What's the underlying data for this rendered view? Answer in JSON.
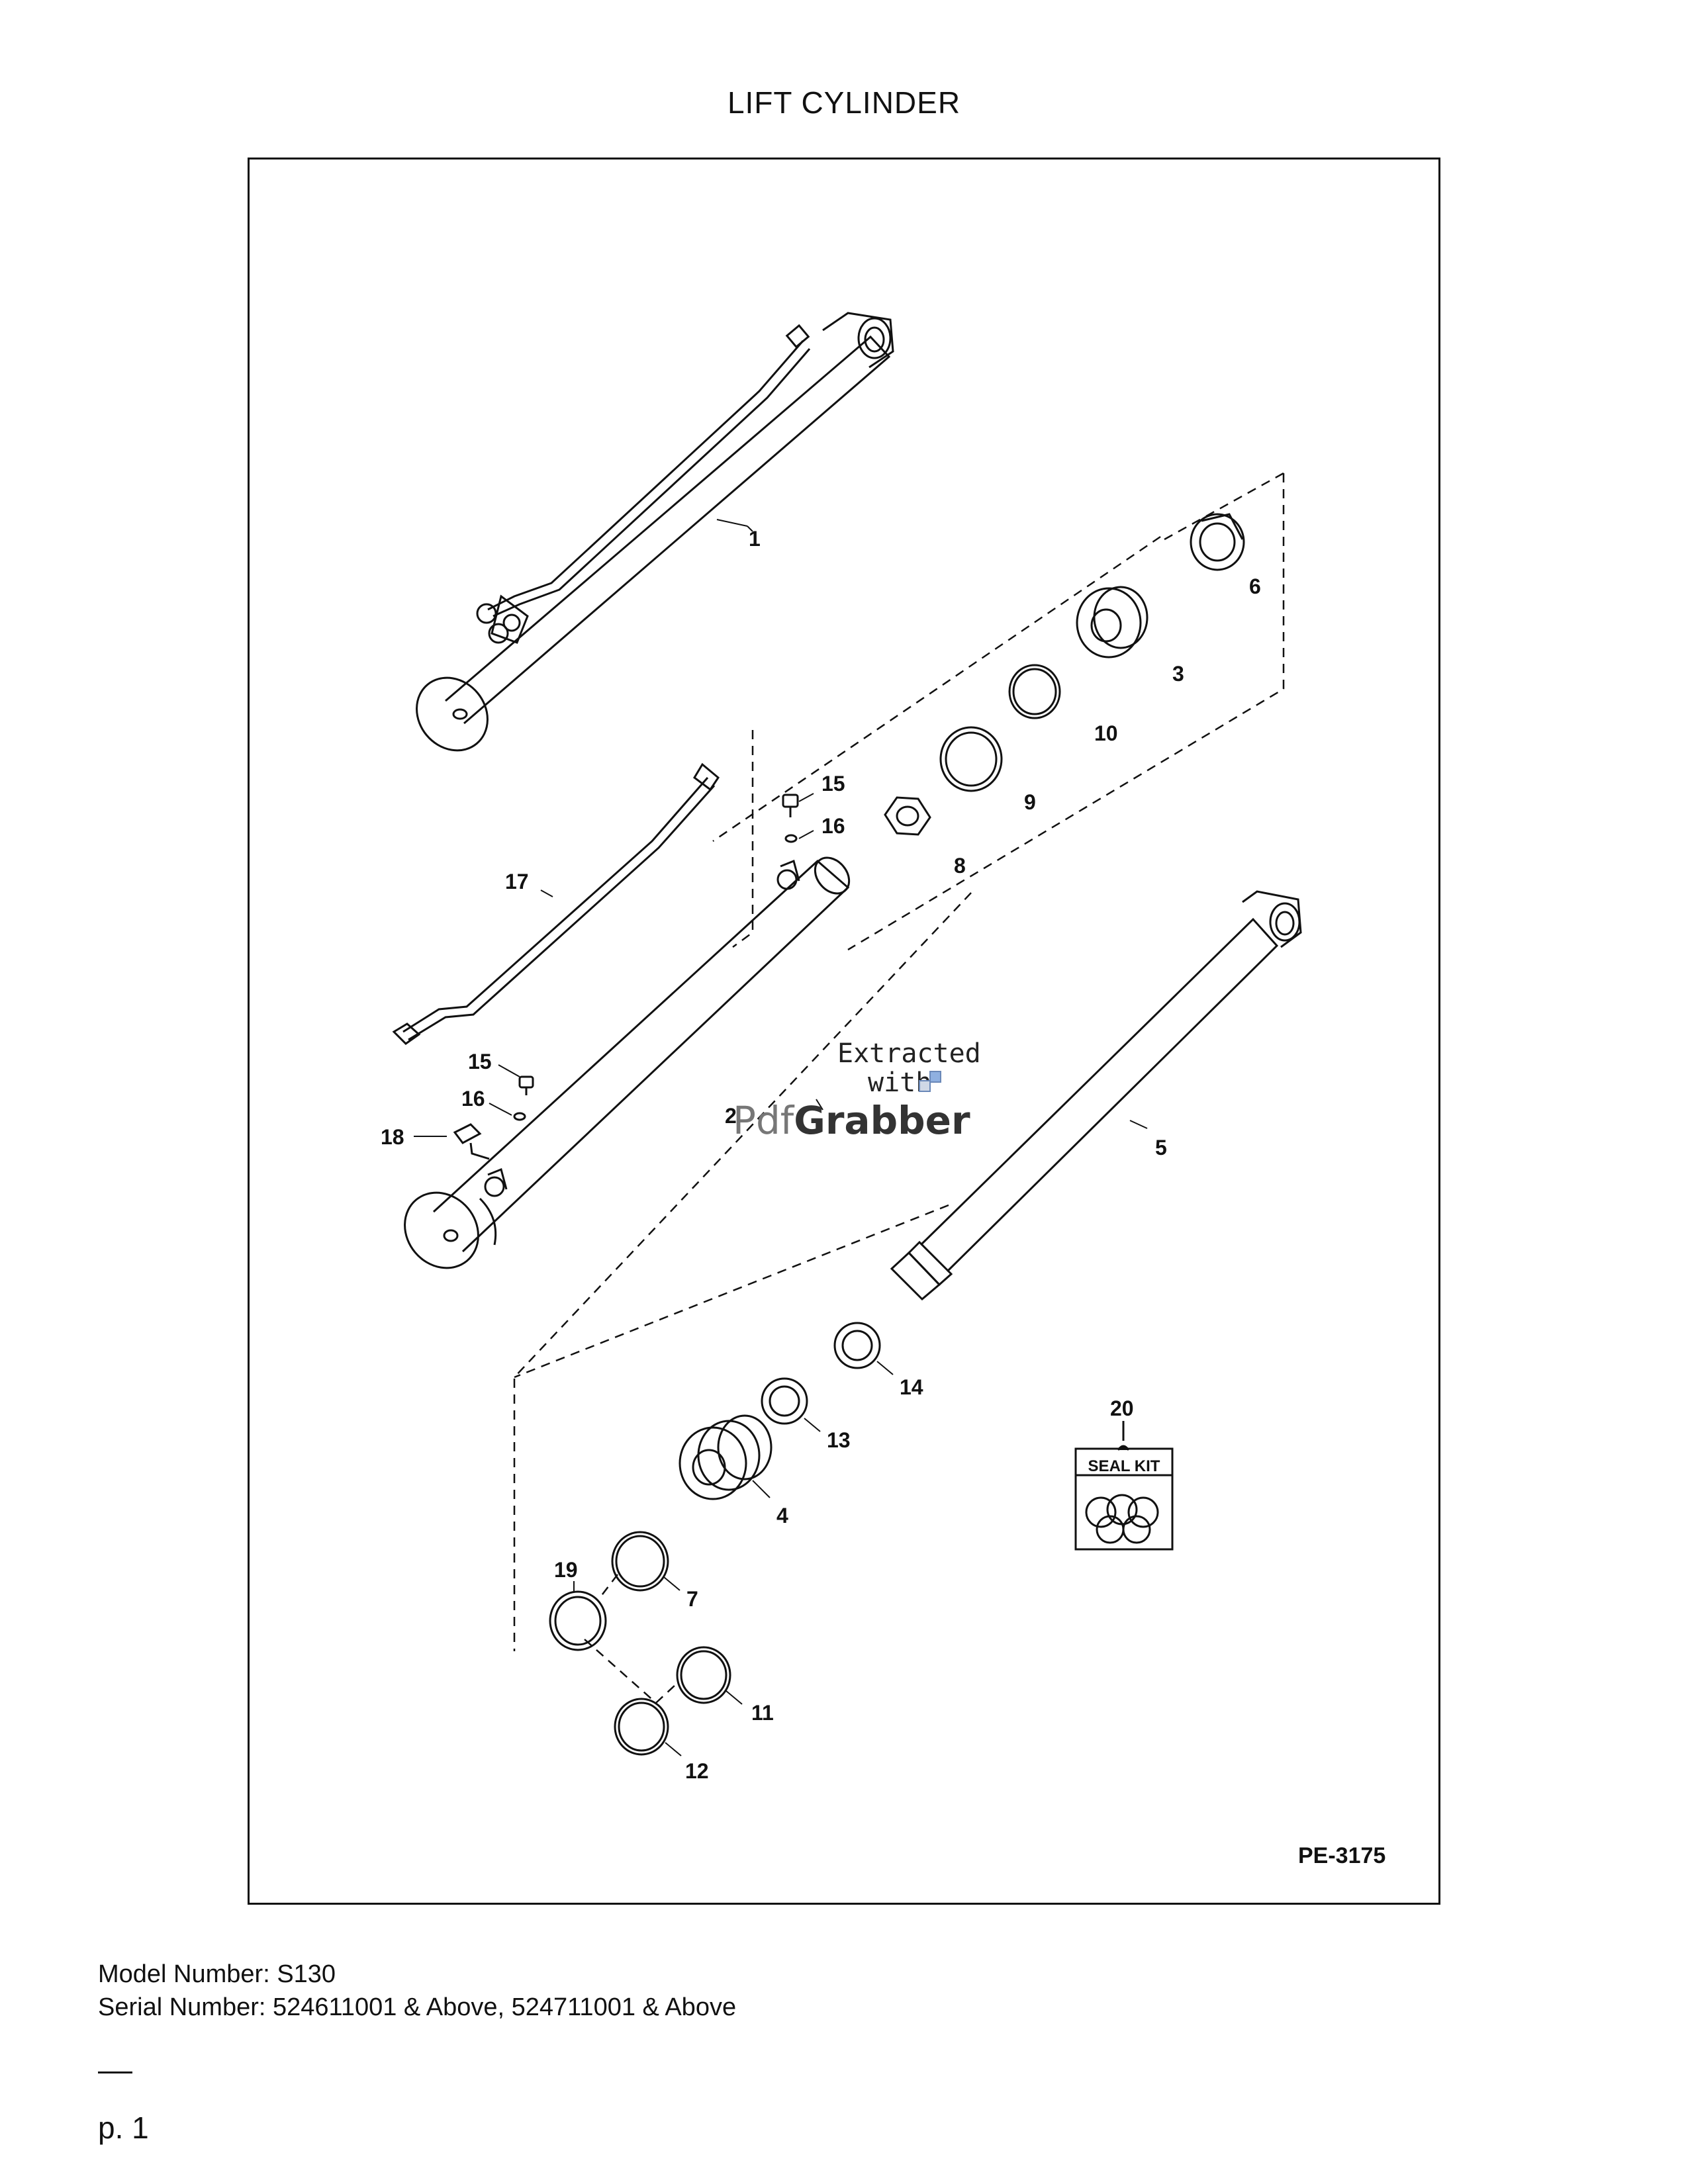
{
  "title": "LIFT CYLINDER",
  "diagram": {
    "id_label": "PE-3175",
    "seal_kit_label": "SEAL KIT",
    "callouts": [
      "1",
      "2",
      "3",
      "4",
      "5",
      "6",
      "7",
      "8",
      "9",
      "10",
      "11",
      "12",
      "13",
      "14",
      "15",
      "16",
      "15",
      "16",
      "17",
      "18",
      "19",
      "20"
    ],
    "watermark": {
      "line1": "Extracted",
      "line2": "with",
      "brand_a": "Pdf",
      "brand_b": "Grabber"
    }
  },
  "footer": {
    "model": "Model Number: S130",
    "serial": "Serial Number: 524611001 & Above, 524711001 & Above"
  },
  "page": "p. 1"
}
